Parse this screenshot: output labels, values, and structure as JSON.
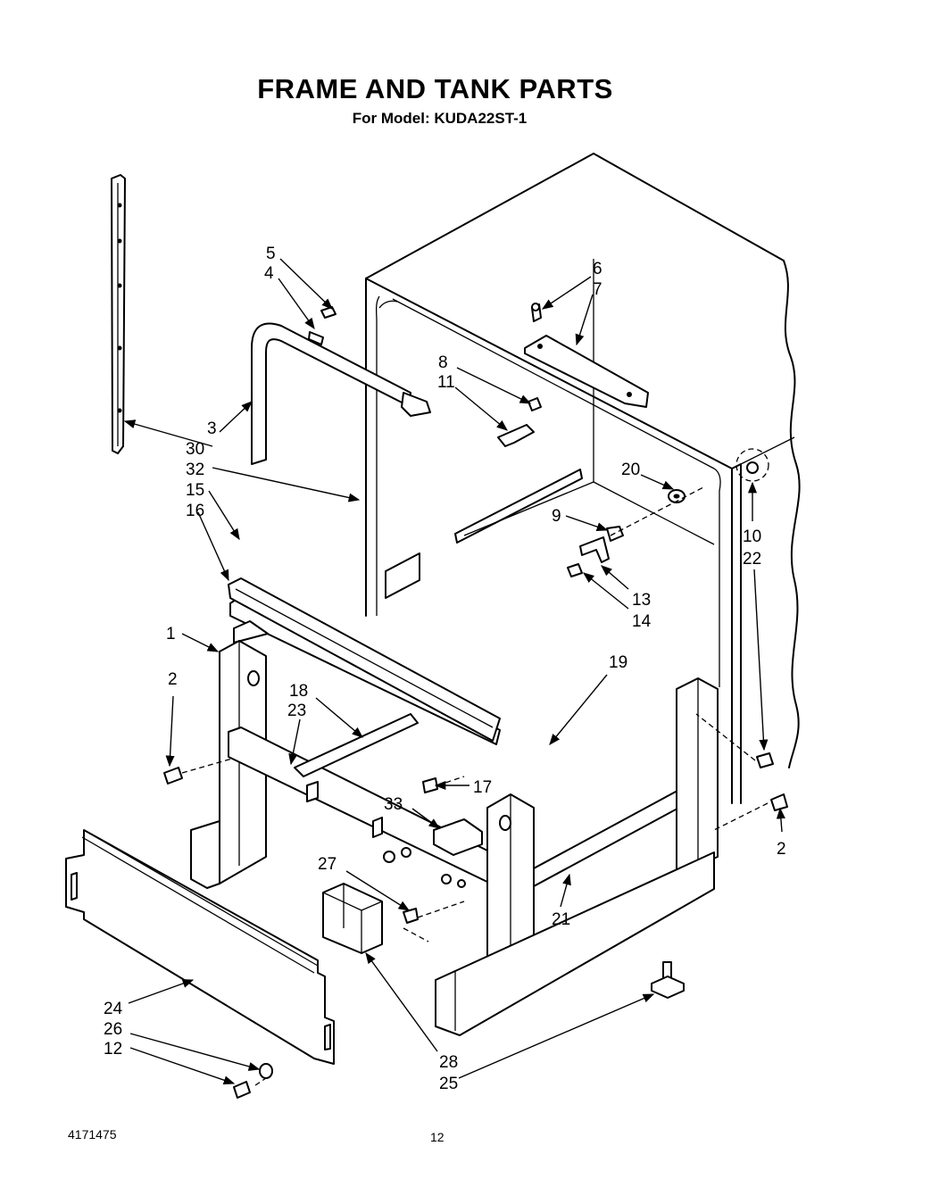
{
  "title": "FRAME AND TANK PARTS",
  "subtitle": "For Model: KUDA22ST-1",
  "document_number": "4171475",
  "page_number": "12",
  "callouts": [
    {
      "id": "c5",
      "text": "5"
    },
    {
      "id": "c4",
      "text": "4"
    },
    {
      "id": "c6",
      "text": "6"
    },
    {
      "id": "c7",
      "text": "7"
    },
    {
      "id": "c8",
      "text": "8"
    },
    {
      "id": "c11",
      "text": "11"
    },
    {
      "id": "c3",
      "text": "3"
    },
    {
      "id": "c30",
      "text": "30"
    },
    {
      "id": "c32",
      "text": "32"
    },
    {
      "id": "c15",
      "text": "15"
    },
    {
      "id": "c16",
      "text": "16"
    },
    {
      "id": "c20",
      "text": "20"
    },
    {
      "id": "c9",
      "text": "9"
    },
    {
      "id": "c10",
      "text": "10"
    },
    {
      "id": "c22",
      "text": "22"
    },
    {
      "id": "c13",
      "text": "13"
    },
    {
      "id": "c14",
      "text": "14"
    },
    {
      "id": "c1",
      "text": "1"
    },
    {
      "id": "c2a",
      "text": "2"
    },
    {
      "id": "c18",
      "text": "18"
    },
    {
      "id": "c23",
      "text": "23"
    },
    {
      "id": "c19",
      "text": "19"
    },
    {
      "id": "c17",
      "text": "17"
    },
    {
      "id": "c33",
      "text": "33"
    },
    {
      "id": "c2b",
      "text": "2"
    },
    {
      "id": "c27",
      "text": "27"
    },
    {
      "id": "c21",
      "text": "21"
    },
    {
      "id": "c24",
      "text": "24"
    },
    {
      "id": "c26",
      "text": "26"
    },
    {
      "id": "c12",
      "text": "12"
    },
    {
      "id": "c28",
      "text": "28"
    },
    {
      "id": "c25",
      "text": "25"
    }
  ]
}
